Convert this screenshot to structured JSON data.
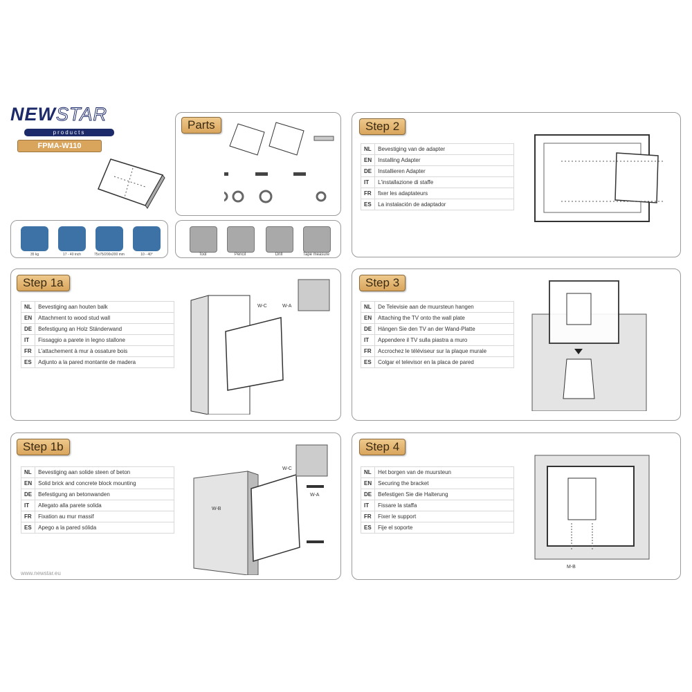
{
  "brand": {
    "name_left": "NEW",
    "name_right": "STAR",
    "sub": "products",
    "model": "FPMA-W110"
  },
  "specs": [
    {
      "icon": "weight-icon",
      "label": "35 kg"
    },
    {
      "icon": "screen-size-icon",
      "label": "17 - 40 inch"
    },
    {
      "icon": "vesa-icon",
      "label": "75x75/200x200 mm"
    },
    {
      "icon": "tilt-icon",
      "label": "10 - 40°"
    }
  ],
  "parts_title": "Parts",
  "tools": [
    {
      "icon": "screwdriver-icon",
      "label": "Tool"
    },
    {
      "icon": "pencil-icon",
      "label": "Pencil"
    },
    {
      "icon": "drill-icon",
      "label": "Drill"
    },
    {
      "icon": "tape-measure-icon",
      "label": "Tape measure"
    }
  ],
  "steps": {
    "s2": {
      "title": "Step 2",
      "rows": [
        [
          "NL",
          "Bevestiging van de adapter"
        ],
        [
          "EN",
          "Installing Adapter"
        ],
        [
          "DE",
          "Installieren Adapter"
        ],
        [
          "IT",
          "L'installazione di staffe"
        ],
        [
          "FR",
          "fixer les adaptateurs"
        ],
        [
          "ES",
          "La instalación de adaptador"
        ]
      ]
    },
    "s1a": {
      "title": "Step 1a",
      "rows": [
        [
          "NL",
          "Bevestiging aan houten balk"
        ],
        [
          "EN",
          "Attachment to wood stud wall"
        ],
        [
          "DE",
          "Befestigung an Holz Ständerwand"
        ],
        [
          "IT",
          "Fissaggio a parete in legno stallone"
        ],
        [
          "FR",
          "L'attachement à mur à ossature bois"
        ],
        [
          "ES",
          "Adjunto a la pared montante de madera"
        ]
      ],
      "labels": [
        "W-C",
        "W-A"
      ]
    },
    "s3": {
      "title": "Step 3",
      "rows": [
        [
          "NL",
          "De Televisie aan de muursteun hangen"
        ],
        [
          "EN",
          "Attaching the TV onto the wall plate"
        ],
        [
          "DE",
          "Hängen Sie den TV an der Wand-Platte"
        ],
        [
          "IT",
          "Appendere il TV sulla piastra a muro"
        ],
        [
          "FR",
          "Accrochez le téléviseur sur la plaque murale"
        ],
        [
          "ES",
          "Colgar el televisor en la placa de pared"
        ]
      ]
    },
    "s1b": {
      "title": "Step 1b",
      "rows": [
        [
          "NL",
          "Bevestiging aan solide steen of beton"
        ],
        [
          "EN",
          "Solid brick and concrete block mounting"
        ],
        [
          "DE",
          "Befestigung an betonwanden"
        ],
        [
          "IT",
          "Allegato alla parete solida"
        ],
        [
          "FR",
          "Fixation au mur massif"
        ],
        [
          "ES",
          "Apego a la pared sólida"
        ]
      ],
      "labels": [
        "W-C",
        "W-A",
        "W-B"
      ]
    },
    "s4": {
      "title": "Step 4",
      "rows": [
        [
          "NL",
          "Het borgen van de muursteun"
        ],
        [
          "EN",
          "Securing the bracket"
        ],
        [
          "DE",
          "Befestigen Sie die Halterung"
        ],
        [
          "IT",
          "Fissare la staffa"
        ],
        [
          "FR",
          "Fixer le support"
        ],
        [
          "ES",
          "Fije el soporte"
        ]
      ],
      "labels": [
        "M-B"
      ]
    }
  },
  "footer": {
    "url": "www.newstar.eu"
  }
}
